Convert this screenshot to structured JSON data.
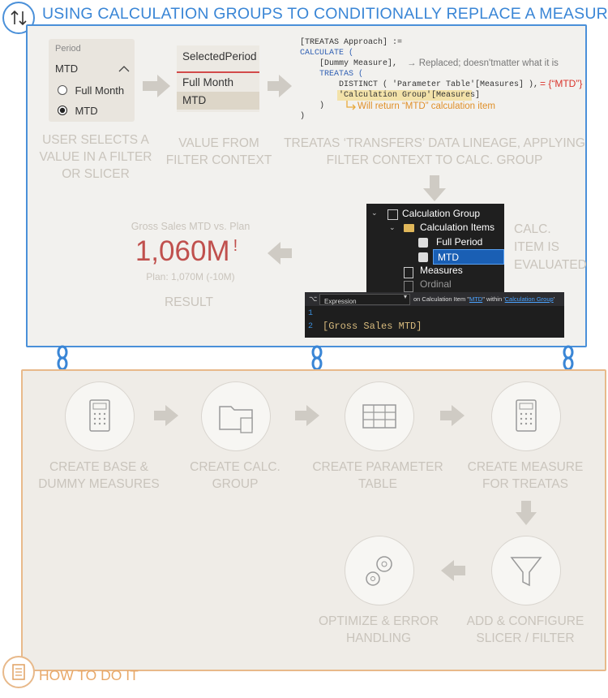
{
  "title": "USING CALCULATION GROUPS TO CONDITIONALLY REPLACE A MEASURE",
  "footer_title": "HOW TO DO IT",
  "slicer": {
    "header": "Period",
    "selected": "MTD",
    "options": [
      "Full Month",
      "MTD"
    ]
  },
  "selected_period": {
    "header": "SelectedPeriod",
    "rows": [
      "Full Month",
      "MTD"
    ]
  },
  "code": {
    "l1": "[TREATAS Approach] :=",
    "l2": "CALCULATE (",
    "l3": "    [Dummy Measure],",
    "l3_note": "→ Replaced; doesn'tmatter what it is",
    "l4": "    TREATAS (",
    "l5": "        DISTINCT ( 'Parameter Table'[Measures] ),",
    "l5_note": "= {“MTD”}",
    "l6": "        'Calculation Group'[Measures]",
    "l6_note": "Will return “MTD” calculation item",
    "l7": "    )",
    "l8": ")"
  },
  "captions": {
    "user_selects": "USER SELECTS A VALUE IN A FILTER OR SLICER",
    "value_from": "VALUE FROM FILTER CONTEXT",
    "treatas": "TREATAS ‘TRANSFERS’ DATA LINEAGE, APPLYING FILTER CONTEXT TO CALC. GROUP",
    "calc_item": "CALC. ITEM IS EVALUATED",
    "result": "RESULT"
  },
  "kpi": {
    "title": "Gross Sales MTD vs. Plan",
    "value": "1,060M",
    "alert": "!",
    "sub": "Plan: 1,070M (-10M)"
  },
  "tree": {
    "root": "Calculation Group",
    "items": "Calculation Items",
    "full": "Full Period",
    "mtd": "MTD",
    "measures": "Measures",
    "ordinal": "Ordinal"
  },
  "editor": {
    "dropdown": "Expression",
    "on_text": "on Calculation Item \"",
    "item": "MTD",
    "within": "\" within '",
    "group": "Calculation Group",
    "end": "'",
    "line1": "1",
    "line2": "2",
    "code": "[Gross Sales MTD]"
  },
  "steps": [
    "CREATE BASE & DUMMY MEASURES",
    "CREATE CALC. GROUP",
    "CREATE PARAMETER TABLE",
    "CREATE MEASURE FOR TREATAS",
    "ADD & CONFIGURE SLICER / FILTER",
    "OPTIMIZE & ERROR HANDLING"
  ],
  "colors": {
    "blue": "#4a90d9",
    "orange": "#e8b98a",
    "red": "#c0504d",
    "caption": "#c9c4bc"
  }
}
